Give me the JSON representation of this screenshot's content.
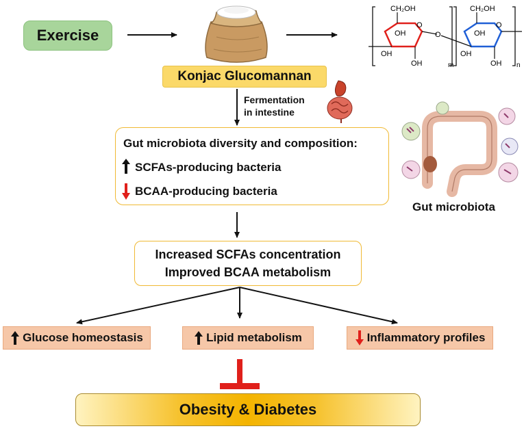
{
  "nodes": {
    "exercise": "Exercise",
    "konjac": "Konjac Glucomannan",
    "fermentation_line1": "Fermentation",
    "fermentation_line2": "in intestine",
    "gut_title": "Gut microbiota diversity and composition:",
    "scfa_bacteria": "SCFAs-producing bacteria",
    "bcaa_bacteria": "BCAA-producing bacteria",
    "increased_scfa": "Increased SCFAs concentration",
    "improved_bcaa": "Improved BCAA metabolism",
    "glucose": "Glucose homeostasis",
    "lipid": "Lipid metabolism",
    "inflammatory": "Inflammatory profiles",
    "obesity": "Obesity & Diabetes",
    "gut_microbiota_label": "Gut microbiota"
  },
  "structure": {
    "ch2oh_left": "CH₂OH",
    "ch2oh_right": "CH₂OH",
    "oh_1": "OH",
    "oh_2": "OH",
    "oh_3": "OH",
    "oh_4": "OH",
    "oh_5": "OH",
    "oh_6": "OH",
    "o_1": "O",
    "o_2": "O",
    "o_3": "O",
    "sub_m": "m",
    "sub_n": "n"
  },
  "colors": {
    "up_arrow": "#111111",
    "down_arrow": "#e0201b",
    "inhibit": "#e0201b",
    "ring_left": "#e0201b",
    "ring_right": "#1f5fd6"
  }
}
